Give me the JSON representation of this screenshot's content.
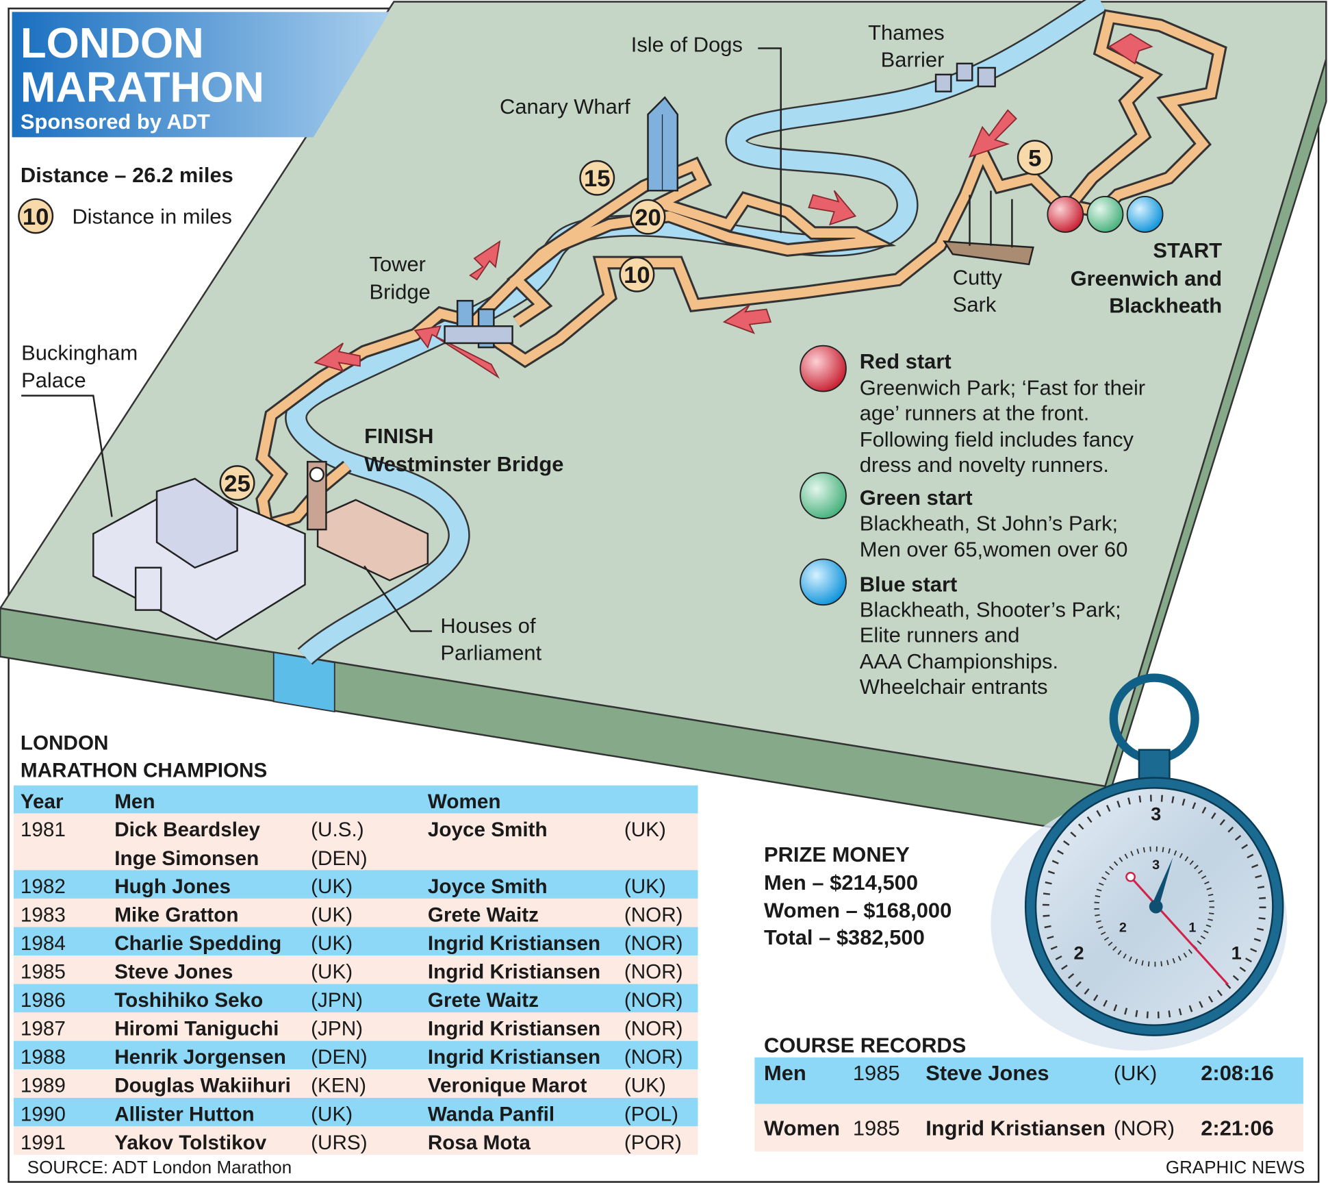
{
  "title": {
    "line1": "LONDON",
    "line2": "MARATHON",
    "sponsor": "Sponsored by ADT"
  },
  "key": {
    "distance": "Distance – 26.2 miles",
    "marker_sample": "10",
    "marker_label": "Distance in miles"
  },
  "map_labels": {
    "isle_of_dogs": "Isle of Dogs",
    "thames_barrier_1": "Thames",
    "thames_barrier_2": "Barrier",
    "canary_wharf": "Canary Wharf",
    "tower_bridge_1": "Tower",
    "tower_bridge_2": "Bridge",
    "buckingham_1": "Buckingham",
    "buckingham_2": "Palace",
    "finish_1": "FINISH",
    "finish_2": "Westminster Bridge",
    "houses_1": "Houses of",
    "houses_2": "Parliament",
    "cutty_1": "Cutty",
    "cutty_2": "Sark",
    "start_1": "START",
    "start_2": "Greenwich and",
    "start_3": "Blackheath"
  },
  "mile_markers": [
    "5",
    "10",
    "15",
    "20",
    "25"
  ],
  "starts": [
    {
      "name": "Red start",
      "color": "#d9283a",
      "lines": [
        "Greenwich Park; ‘Fast for their",
        "age’ runners at the front.",
        "Following field includes fancy",
        "dress and novelty runners."
      ]
    },
    {
      "name": "Green start",
      "color": "#5fc48f",
      "lines": [
        "Blackheath, St John’s Park;",
        "Men over 65,women over 60"
      ]
    },
    {
      "name": "Blue start",
      "color": "#1aa3e6",
      "lines": [
        "Blackheath, Shooter’s Park;",
        "Elite runners and",
        "AAA Championships.",
        "Wheelchair entrants"
      ]
    }
  ],
  "champions": {
    "title_1": "LONDON",
    "title_2": "MARATHON CHAMPIONS",
    "headers": [
      "Year",
      "Men",
      "Women"
    ],
    "rows": [
      {
        "year": "1981",
        "men": "Dick Beardsley",
        "men_c": "(U.S.)",
        "men2": "Inge Simonsen",
        "men2_c": "(DEN)",
        "women": "Joyce Smith",
        "women_c": "(UK)"
      },
      {
        "year": "1982",
        "men": "Hugh Jones",
        "men_c": "(UK)",
        "women": "Joyce Smith",
        "women_c": "(UK)"
      },
      {
        "year": "1983",
        "men": "Mike Gratton",
        "men_c": "(UK)",
        "women": "Grete Waitz",
        "women_c": "(NOR)"
      },
      {
        "year": "1984",
        "men": "Charlie Spedding",
        "men_c": "(UK)",
        "women": "Ingrid Kristiansen",
        "women_c": "(NOR)"
      },
      {
        "year": "1985",
        "men": "Steve Jones",
        "men_c": "(UK)",
        "women": "Ingrid Kristiansen",
        "women_c": "(NOR)"
      },
      {
        "year": "1986",
        "men": "Toshihiko Seko",
        "men_c": "(JPN)",
        "women": "Grete Waitz",
        "women_c": "(NOR)"
      },
      {
        "year": "1987",
        "men": "Hiromi Taniguchi",
        "men_c": "(JPN)",
        "women": "Ingrid Kristiansen",
        "women_c": "(NOR)"
      },
      {
        "year": "1988",
        "men": "Henrik Jorgensen",
        "men_c": "(DEN)",
        "women": "Ingrid Kristiansen",
        "women_c": "(NOR)"
      },
      {
        "year": "1989",
        "men": "Douglas Wakiihuri",
        "men_c": "(KEN)",
        "women": "Veronique Marot",
        "women_c": "(UK)"
      },
      {
        "year": "1990",
        "men": "Allister Hutton",
        "men_c": "(UK)",
        "women": "Wanda Panfil",
        "women_c": "(POL)"
      },
      {
        "year": "1991",
        "men": "Yakov Tolstikov",
        "men_c": "(URS)",
        "women": "Rosa Mota",
        "women_c": "(POR)"
      }
    ]
  },
  "source": "SOURCE: ADT London Marathon",
  "prize": {
    "title": "PRIZE MONEY",
    "men": "Men – $214,500",
    "women": "Women – $168,000",
    "total": "Total – $382,500"
  },
  "records": {
    "title": "COURSE RECORDS",
    "rows": [
      {
        "cat": "Men",
        "year": "1985",
        "name": "Steve Jones",
        "country": "(UK)",
        "time": "2:08:16"
      },
      {
        "cat": "Women",
        "year": "1985",
        "name": "Ingrid Kristiansen",
        "country": "(NOR)",
        "time": "2:21:06"
      }
    ]
  },
  "stopwatch": {
    "outer_numbers": [
      "3",
      "2",
      "1"
    ],
    "inner_numbers": [
      "3",
      "2",
      "1"
    ]
  },
  "credit": "GRAPHIC NEWS",
  "colors": {
    "plate": "#c5d6c6",
    "plate_edge": "#86a98a",
    "river": "#a9dcf2",
    "route": "#f4c08a",
    "arrow": "#e8606a",
    "blue_band": "#8dd8f7",
    "pink_band": "#fdeae2"
  }
}
